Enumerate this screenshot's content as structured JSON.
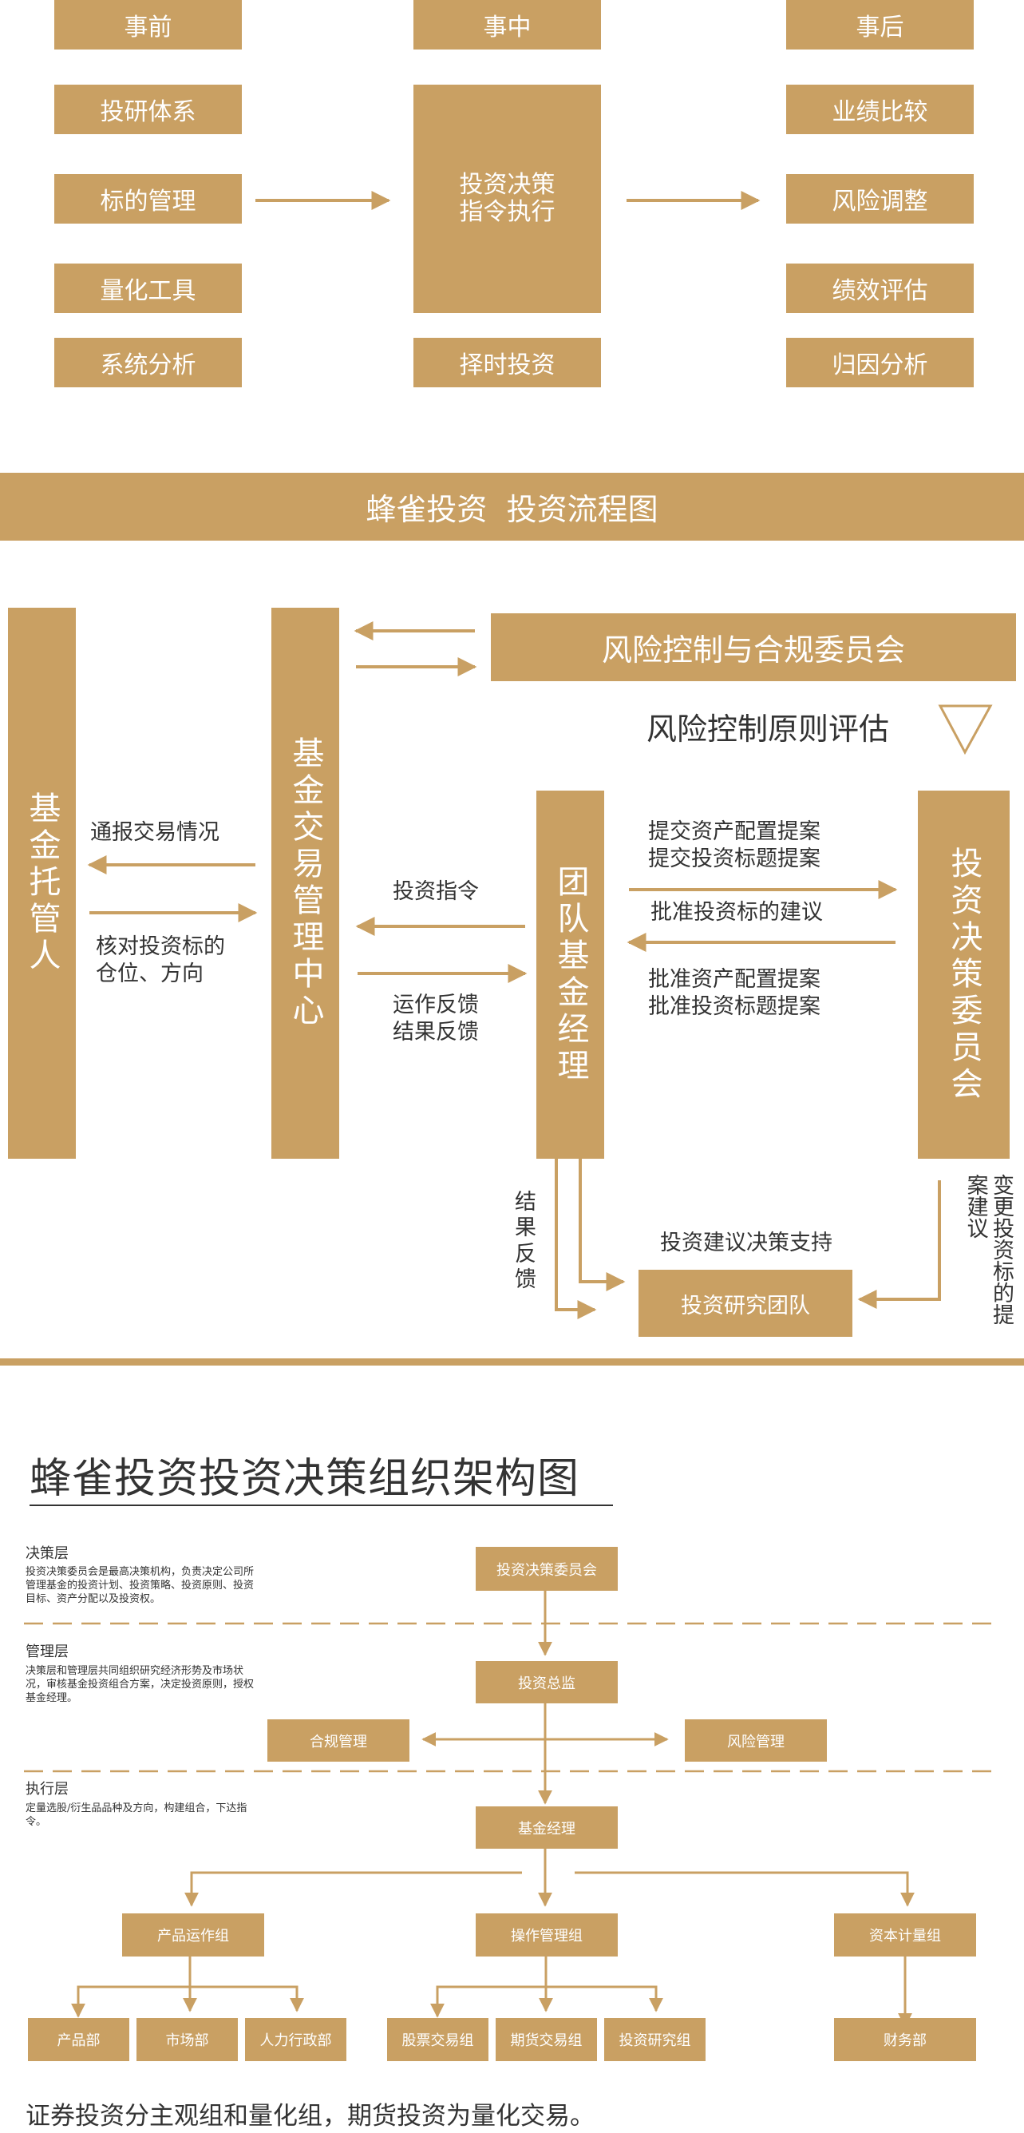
{
  "colors": {
    "accent": "#c9a063",
    "text": "#333333"
  },
  "timeline": {
    "before": "事前",
    "during": "事中",
    "after": "事后",
    "before_items": [
      "投研体系",
      "标的管理",
      "量化工具",
      "系统分析"
    ],
    "during_main": "投资决策\n指令执行",
    "during_bottom": "择时投资",
    "after_items": [
      "业绩比较",
      "风险调整",
      "绩效评估",
      "归因分析"
    ]
  },
  "flow": {
    "title": "蜂雀投资  投资流程图",
    "custodian": "基金托管人",
    "trade_center": "基金交易管理中心",
    "risk_committee": "风险控制与合规委员会",
    "risk_eval": "风险控制原则评估",
    "manager": "团队基金经理",
    "decision_committee": "投资决策委员会",
    "research_team": "投资研究团队",
    "labels": {
      "report_trade": "通报交易情况",
      "check_position": "核对投资标的\n仓位、方向",
      "invest_order": "投资指令",
      "feedback": "运作反馈\n结果反馈",
      "submit": "提交资产配置提案\n提交投资标题提案",
      "approve_suggest": "批准投资标的建议",
      "approve": "批准资产配置提案\n批准投资标题提案",
      "result_feedback": "结果反馈",
      "support": "投资建议决策支持",
      "change": "变更投资标的提案建议"
    }
  },
  "org": {
    "title": "蜂雀投资投资决策组织架构图",
    "layers": [
      {
        "name": "决策层",
        "desc": "投资决策委员会是最高决策机构，负责决定公司所管理基金的投资计划、投资策略、投资原则、投资目标、资产分配以及投资权。"
      },
      {
        "name": "管理层",
        "desc": "决策层和管理层共同组织研究经济形势及市场状况，审核基金投资组合方案，决定投资原则，授权基金经理。"
      },
      {
        "name": "执行层",
        "desc": "定量选股/衍生品品种及方向，构建组合，下达指令。"
      }
    ],
    "committee": "投资决策委员会",
    "director": "投资总监",
    "compliance": "合规管理",
    "risk": "风险管理",
    "fund_manager": "基金经理",
    "groups": [
      "产品运作组",
      "操作管理组",
      "资本计量组"
    ],
    "product_depts": [
      "产品部",
      "市场部",
      "人力行政部"
    ],
    "ops_depts": [
      "股票交易组",
      "期货交易组",
      "投资研究组"
    ],
    "capital_depts": [
      "财务部"
    ]
  },
  "footer": "证券投资分主观组和量化组，期货投资为量化交易。"
}
